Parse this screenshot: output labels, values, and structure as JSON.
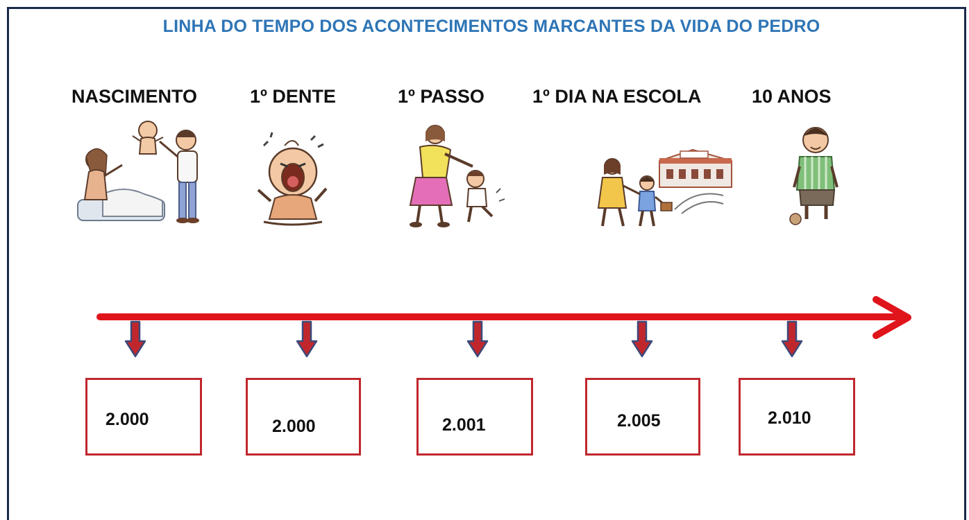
{
  "title": "LINHA DO TEMPO DOS ACONTECIMENTOS MARCANTES DA VIDA DO PEDRO",
  "colors": {
    "title": "#2e75b6",
    "timeline": "#e0141b",
    "box_border": "#c0272d",
    "down_arrow_fill": "#c0272d",
    "down_arrow_outline": "#3b4a7a",
    "frame": "#1b2a4a"
  },
  "events": [
    {
      "label": "NASCIMENTO",
      "year": "2.000",
      "illustration": "parents-holding-baby-illustration"
    },
    {
      "label": "1º  DENTE",
      "year": "2.000",
      "illustration": "crying-baby-illustration"
    },
    {
      "label": "1º  PASSO",
      "year": "2.001",
      "illustration": "mother-helping-child-walk-illustration"
    },
    {
      "label": "1º  DIA NA ESCOLA",
      "year": "2.005",
      "illustration": "mother-and-child-walking-to-school-illustration"
    },
    {
      "label": "10 ANOS",
      "year": "2.010",
      "illustration": "boy-with-ball-illustration"
    }
  ]
}
